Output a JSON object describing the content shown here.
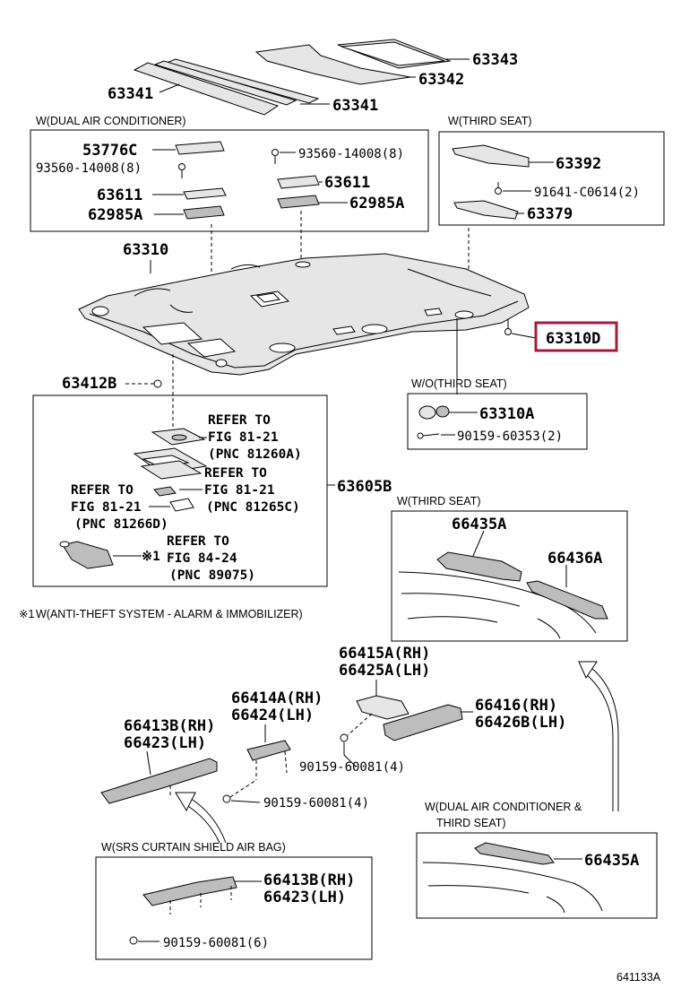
{
  "parts": {
    "p63343": "63343",
    "p63342": "63342",
    "p63341_left": "63341",
    "p63341_right": "63341",
    "p53776C": "53776C",
    "p93560_left": "93560-14008(8)",
    "p63611_left": "63611",
    "p62985A_left": "62985A",
    "p93560_right": "93560-14008(8)",
    "p63611_right": "63611",
    "p62985A_right": "62985A",
    "p63392": "63392",
    "p91641": "91641-C0614(2)",
    "p63379": "63379",
    "p63310": "63310",
    "p63310D": "63310D",
    "p63412B": "63412B",
    "p63310A": "63310A",
    "p90159_60353": "90159-60353(2)",
    "p63605B": "63605B",
    "p66435A_top": "66435A",
    "p66436A": "66436A",
    "p66415A": "66415A(RH)",
    "p66425A": "66425A(LH)",
    "p66414A": "66414A(RH)",
    "p66424": "66424(LH)",
    "p66416": "66416(RH)",
    "p66426B": "66426B(LH)",
    "p66413B": "66413B(RH)",
    "p66423": "66423(LH)",
    "p90159_60081_mid": "90159-60081(4)",
    "p90159_60081_low": "90159-60081(4)",
    "p66413B_box": "66413B(RH)",
    "p66423_box": "66423(LH)",
    "p90159_60081_box": "90159-60081(6)",
    "p66435A_box": "66435A"
  },
  "captions": {
    "dual_air": "W(DUAL AIR CONDITIONER)",
    "third_seat_top": "W(THIRD SEAT)",
    "wo_third_seat": "W/O(THIRD SEAT)",
    "third_seat_mid": "W(THIRD SEAT)",
    "anti_theft_mark": "※1",
    "anti_theft": "W(ANTI-THEFT SYSTEM - ALARM & IMMOBILIZER)",
    "dual_air_third_1": "W(DUAL AIR CONDITIONER &",
    "dual_air_third_2": "THIRD SEAT)",
    "srs_curtain": "W(SRS CURTAIN SHIELD AIR BAG)",
    "figure_number": "641133A"
  },
  "references": {
    "r1_l1": "REFER TO",
    "r1_l2": "FIG 81-21",
    "r1_l3": "(PNC 81260A)",
    "r2_l1": "REFER TO",
    "r2_l2": "FIG 81-21",
    "r2_l3": "(PNC 81265C)",
    "r3_l1": "REFER TO",
    "r3_l2": "FIG 81-21",
    "r3_l3": "(PNC 81266D)",
    "r4_mark": "※1",
    "r4_l1": "REFER TO",
    "r4_l2": "FIG 84-24",
    "r4_l3": "(PNC 89075)"
  },
  "highlight": {
    "part": "63310D",
    "color": "#a01c3c"
  }
}
